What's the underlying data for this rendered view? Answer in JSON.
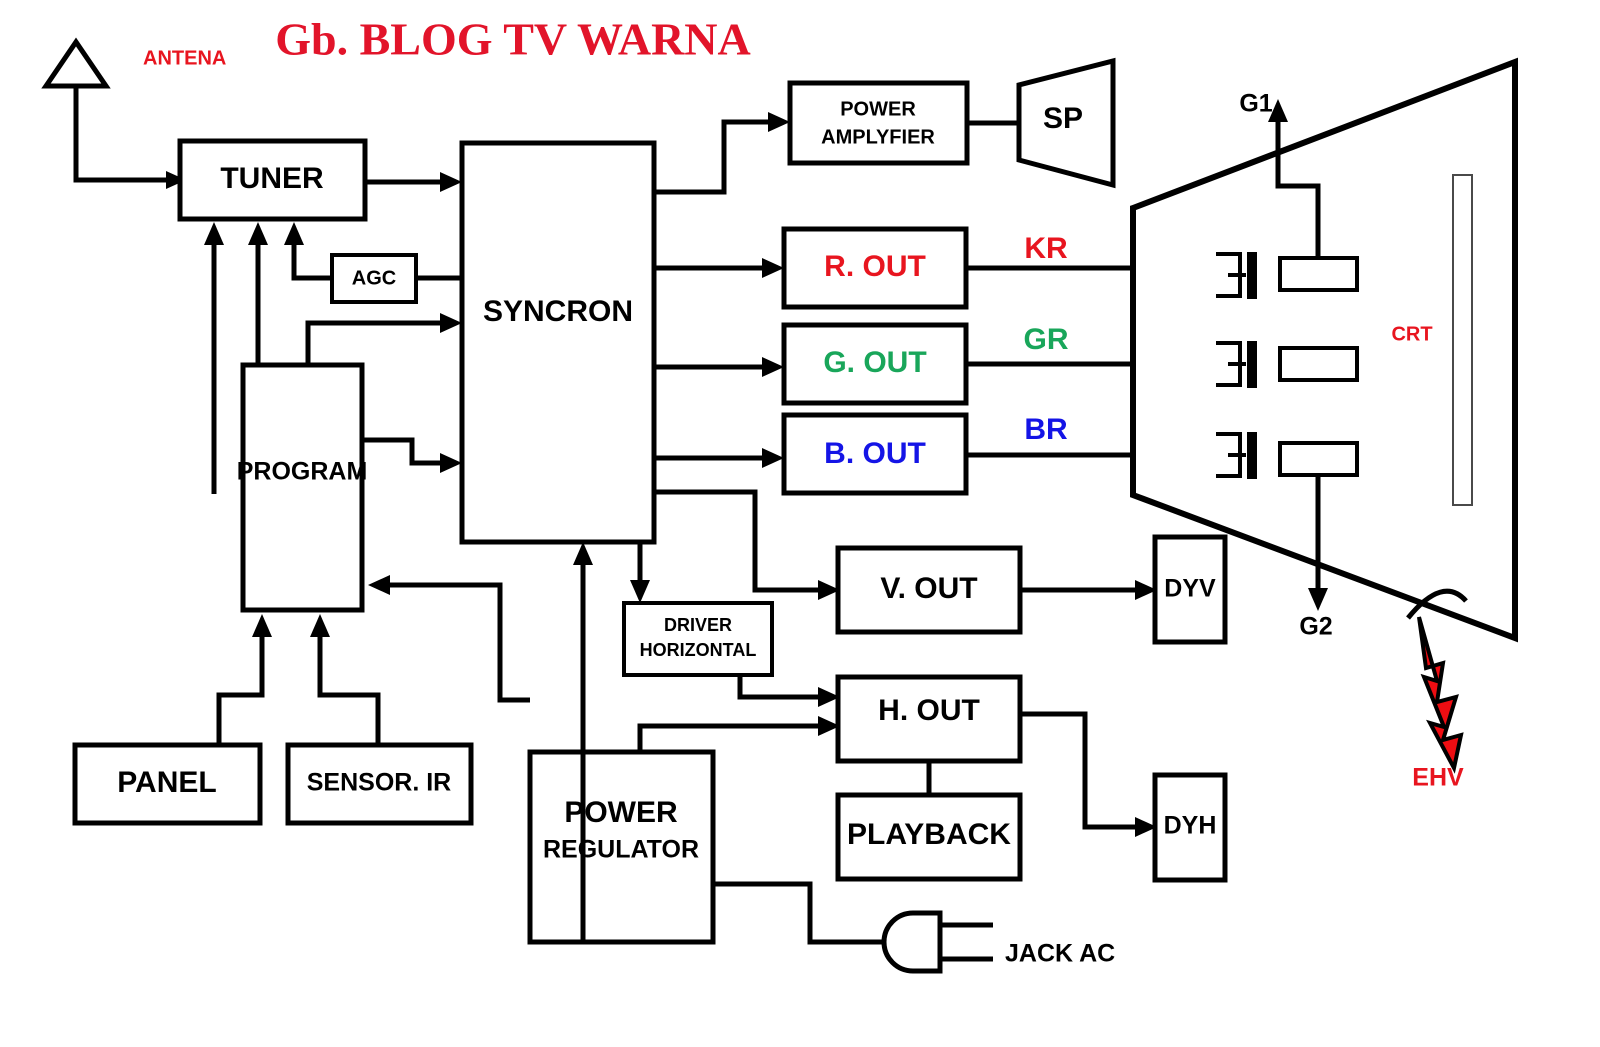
{
  "title": "Gb. BLOG TV WARNA",
  "diagram": {
    "kind": "tv-block-diagram",
    "antenna": {
      "label": "ANTENA",
      "color": "#e8151f"
    },
    "blocks": [
      {
        "id": "tuner",
        "label": "TUNER",
        "sub": ""
      },
      {
        "id": "agc",
        "label": "AGC",
        "sub": ""
      },
      {
        "id": "syncron",
        "label": "SYNCRON",
        "sub": ""
      },
      {
        "id": "program",
        "label": "PROGRAM",
        "sub": ""
      },
      {
        "id": "panel",
        "label": "PANEL",
        "sub": ""
      },
      {
        "id": "sensor_ir",
        "label": "SENSOR. IR",
        "sub": ""
      },
      {
        "id": "power_amp",
        "label": "POWER",
        "sub": "AMPLYFIER"
      },
      {
        "id": "speaker",
        "label": "SP",
        "sub": ""
      },
      {
        "id": "r_out",
        "label": "R. OUT",
        "sub": ""
      },
      {
        "id": "g_out",
        "label": "G. OUT",
        "sub": ""
      },
      {
        "id": "b_out",
        "label": "B. OUT",
        "sub": ""
      },
      {
        "id": "v_out",
        "label": "V. OUT",
        "sub": ""
      },
      {
        "id": "h_out",
        "label": "H. OUT",
        "sub": ""
      },
      {
        "id": "playback",
        "label": "PLAYBACK",
        "sub": ""
      },
      {
        "id": "driver_horiz",
        "label": "DRIVER",
        "sub": "HORIZONTAL"
      },
      {
        "id": "power_reg",
        "label": "POWER",
        "sub": "REGULATOR"
      },
      {
        "id": "dyv",
        "label": "DYV",
        "sub": ""
      },
      {
        "id": "dyh",
        "label": "DYH",
        "sub": ""
      }
    ],
    "signal_labels": [
      {
        "id": "kr",
        "label": "KR",
        "color": "#e8151f"
      },
      {
        "id": "gr",
        "label": "GR",
        "color": "#19a65a"
      },
      {
        "id": "br",
        "label": "BR",
        "color": "#1414e6"
      }
    ],
    "crt": {
      "label": "CRT",
      "color": "#e8151f",
      "grid1": "G1",
      "grid2": "G2",
      "ehv": "EHV",
      "ehv_color": "#ee0d12"
    },
    "jack": {
      "label": "JACK AC"
    },
    "colors": {
      "red": "#e8151f",
      "green": "#19a65a",
      "blue": "#1414e6",
      "title_red": "#e2142a",
      "ehv_red": "#ee0d12",
      "line": "#000000",
      "background": "#ffffff"
    }
  }
}
